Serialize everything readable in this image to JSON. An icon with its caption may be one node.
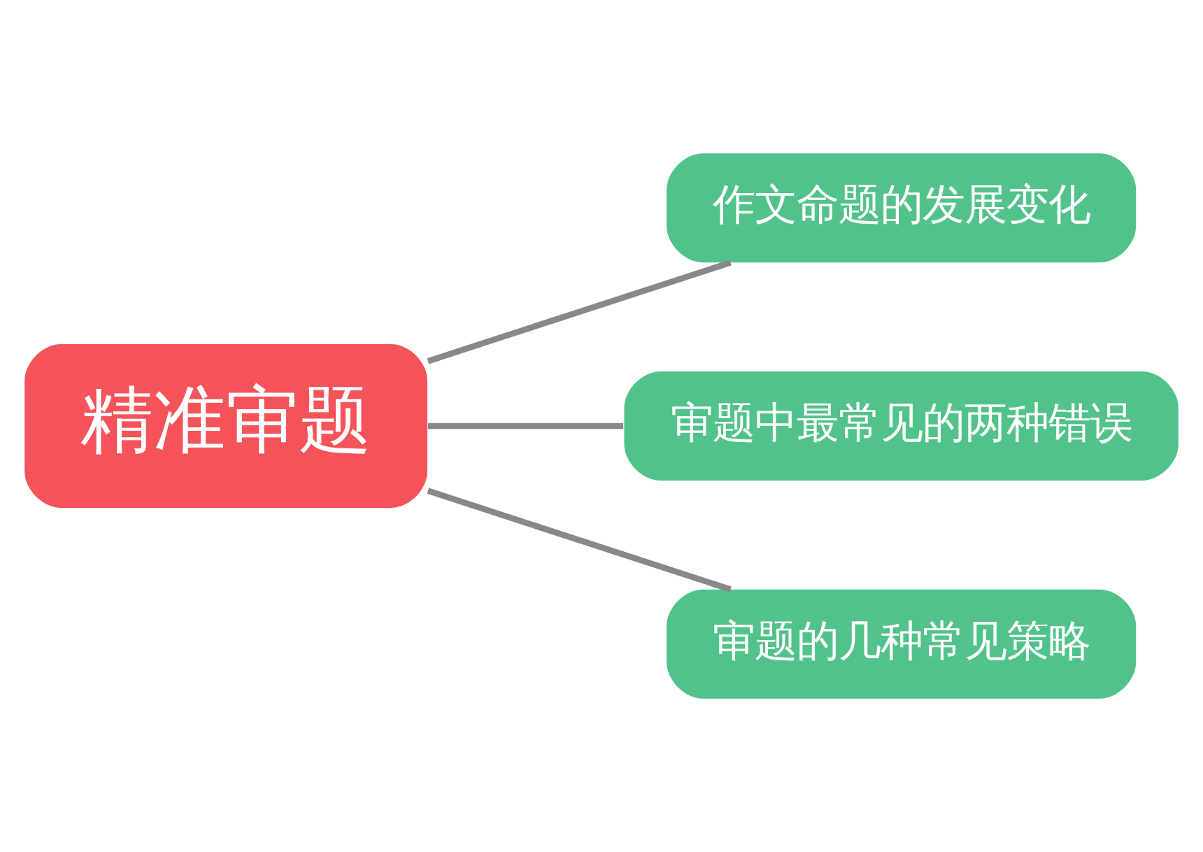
{
  "diagram": {
    "nodes": [
      {
        "text": [
          "精准审题"
        ]
      },
      {
        "text": [
          "作文命题的发展变化"
        ]
      },
      {
        "text": [
          "审题中最常见的两种错误"
        ]
      },
      {
        "text": [
          "审题的几种常见策略"
        ]
      }
    ],
    "edges": [
      {
        "from": 0,
        "to": 1,
        "arrow": "none"
      },
      {
        "from": 0,
        "to": 2,
        "arrow": "none"
      },
      {
        "from": 0,
        "to": 3,
        "arrow": "none"
      }
    ]
  }
}
